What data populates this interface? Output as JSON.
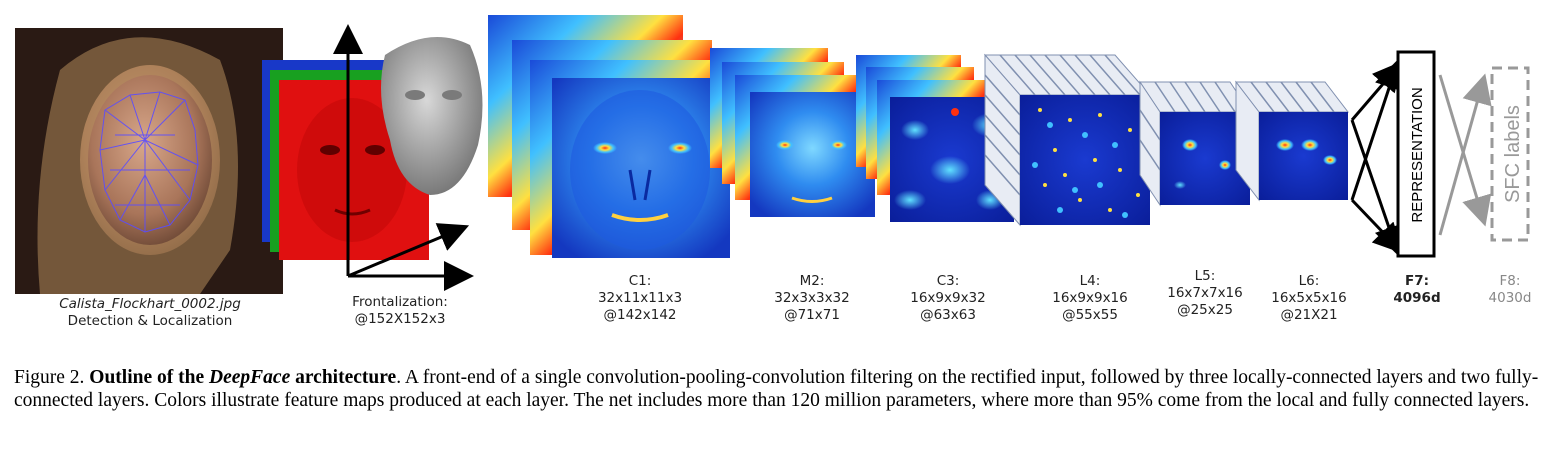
{
  "stages": {
    "input": {
      "line1": "Calista_Flockhart_0002.jpg",
      "line2": "Detection & Localization"
    },
    "frontalization": {
      "line1": "Frontalization:",
      "line2": "@152X152x3"
    },
    "c1": {
      "line1": "C1:",
      "line2": "32x11x11x3",
      "line3": "@142x142"
    },
    "m2": {
      "line1": "M2:",
      "line2": "32x3x3x32",
      "line3": "@71x71"
    },
    "c3": {
      "line1": "C3:",
      "line2": "16x9x9x32",
      "line3": "@63x63"
    },
    "l4": {
      "line1": "L4:",
      "line2": "16x9x9x16",
      "line3": "@55x55"
    },
    "l5": {
      "line1": "L5:",
      "line2": "16x7x7x16",
      "line3": "@25x25"
    },
    "l6": {
      "line1": "L6:",
      "line2": "16x5x5x16",
      "line3": "@21X21"
    },
    "f7": {
      "line1": "F7:",
      "line2": "4096d",
      "box": "REPRESENTATION"
    },
    "f8": {
      "line1": "F8:",
      "line2": "4030d",
      "box": "SFC labels"
    }
  },
  "caption": {
    "prefix": "Figure 2. ",
    "bold1": "Outline of the ",
    "bold_italic": "DeepFace",
    "bold2": " architecture",
    "body": ". A front-end of a single convolution-pooling-convolution filtering on the rectified input, followed by three locally-connected layers and two fully-connected layers.  Colors illustrate feature maps produced at each layer.  The net includes more than 120 million parameters, where more than 95% come from the local and fully connected layers."
  },
  "colors": {
    "feature_map_low": "#1040c8",
    "feature_map_mid": "#38b8ff",
    "feature_map_high": "#ff2a10",
    "rgb_red": "#e01010",
    "rgb_green": "#18a020",
    "rgb_blue": "#1838c8",
    "f8_gray": "#999999"
  }
}
